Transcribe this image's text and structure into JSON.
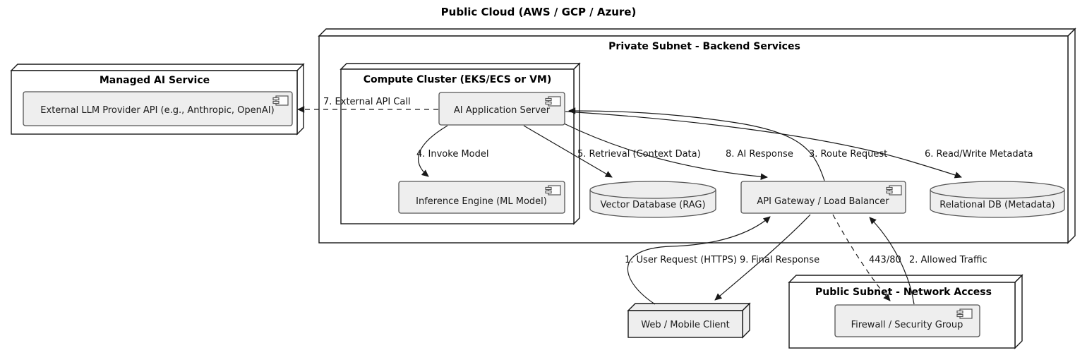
{
  "diagram": {
    "title": "Public Cloud (AWS / GCP / Azure)",
    "nodes": {
      "private_subnet": {
        "label": "Private Subnet - Backend Services"
      },
      "managed_ai": {
        "label": "Managed AI Service"
      },
      "compute_cluster": {
        "label": "Compute Cluster (EKS/ECS or VM)"
      },
      "public_subnet": {
        "label": "Public Subnet - Network Access"
      },
      "web_client": {
        "label": "Web / Mobile Client"
      }
    },
    "components": {
      "llm_api": {
        "label": "External LLM Provider API (e.g., Anthropic, OpenAI)"
      },
      "app_server": {
        "label": "AI Application Server"
      },
      "inference_engine": {
        "label": "Inference Engine (ML Model)"
      },
      "api_gateway": {
        "label": "API Gateway / Load Balancer"
      },
      "firewall": {
        "label": "Firewall / Security Group"
      }
    },
    "databases": {
      "vector_db": {
        "label": "Vector Database (RAG)"
      },
      "relational_db": {
        "label": "Relational DB (Metadata)"
      }
    },
    "edges": {
      "user_request": {
        "label": "1. User Request (HTTPS)",
        "style": "solid"
      },
      "allowed_traffic": {
        "label": "2. Allowed Traffic",
        "style": "solid"
      },
      "route_request": {
        "label": "3. Route Request",
        "style": "solid"
      },
      "invoke_model": {
        "label": "4. Invoke Model",
        "style": "solid"
      },
      "retrieval": {
        "label": "5. Retrieval (Context Data)",
        "style": "solid"
      },
      "read_write_metadata": {
        "label": "6. Read/Write Metadata",
        "style": "solid"
      },
      "external_api_call": {
        "label": "7. External API Call",
        "style": "dashed"
      },
      "ai_response": {
        "label": "8. AI Response",
        "style": "solid"
      },
      "final_response": {
        "label": "9. Final Response",
        "style": "solid"
      },
      "ports": {
        "label": "443/80",
        "style": "dashed"
      }
    },
    "colors": {
      "background": "#ffffff",
      "node_fill": "#ffffff",
      "component_fill": "#eeeeee",
      "node_border": "#181818",
      "component_border": "#555555",
      "arrow": "#181818",
      "text": "#000000"
    }
  }
}
